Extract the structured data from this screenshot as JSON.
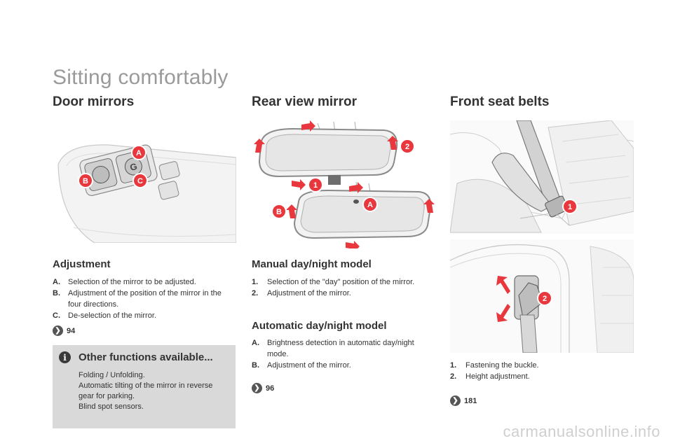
{
  "page": {
    "title": "Sitting comfortably"
  },
  "door_mirrors": {
    "title": "Door mirrors",
    "callouts": [
      "A",
      "B",
      "C"
    ],
    "subtitle": "Adjustment",
    "items": [
      {
        "key": "A.",
        "text": "Selection of the mirror to be adjusted."
      },
      {
        "key": "B.",
        "text": "Adjustment of the position of the mirror in the four directions."
      },
      {
        "key": "C.",
        "text": "De-selection of the mirror."
      }
    ],
    "page_ref": "94"
  },
  "info_box": {
    "title": "Other functions available...",
    "lines": [
      "Folding / Unfolding.",
      "Automatic tilting of the mirror in reverse gear for parking.",
      "Blind spot sensors."
    ]
  },
  "rear_view_mirror": {
    "title": "Rear view mirror",
    "callouts": [
      "2",
      "1",
      "B",
      "A"
    ],
    "manual": {
      "subtitle": "Manual day/night model",
      "items": [
        {
          "key": "1.",
          "text": "Selection of the \"day\" position of the mirror."
        },
        {
          "key": "2.",
          "text": "Adjustment of the mirror."
        }
      ]
    },
    "automatic": {
      "subtitle": "Automatic day/night model",
      "items": [
        {
          "key": "A.",
          "text": "Brightness detection in automatic day/night mode."
        },
        {
          "key": "B.",
          "text": "Adjustment of the mirror."
        }
      ]
    },
    "page_ref": "96"
  },
  "front_seat_belts": {
    "title": "Front seat belts",
    "callouts": [
      "1",
      "2"
    ],
    "items": [
      {
        "key": "1.",
        "text": "Fastening the buckle."
      },
      {
        "key": "2.",
        "text": "Height adjustment."
      }
    ],
    "page_ref": "181"
  },
  "watermark": "carmanualsonline.info",
  "colors": {
    "accent_red": "#e8383d",
    "title_gray": "#9a9a9a",
    "box_gray": "#d9d9d9"
  }
}
